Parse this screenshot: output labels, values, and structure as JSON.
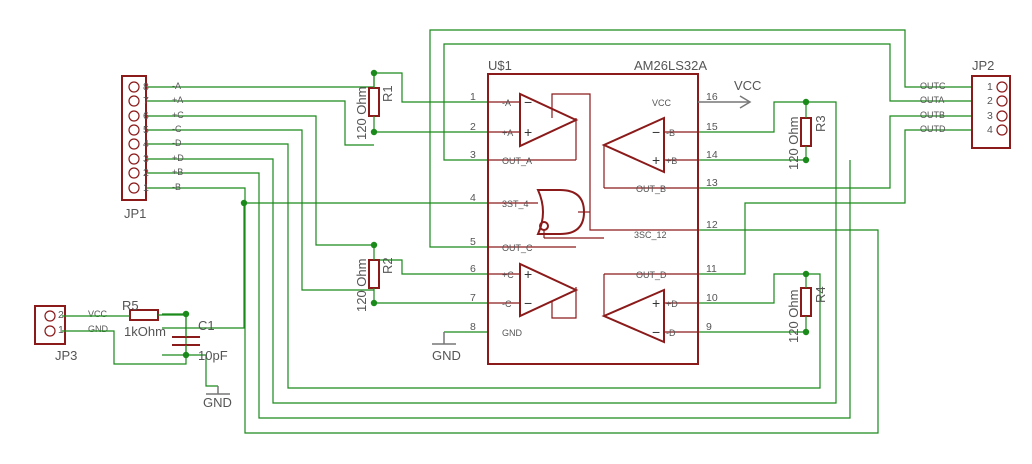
{
  "jp1": {
    "name": "JP1",
    "pins": [
      {
        "num": "8",
        "net": "-A"
      },
      {
        "num": "7",
        "net": "+A"
      },
      {
        "num": "6",
        "net": "+C"
      },
      {
        "num": "5",
        "net": "-C"
      },
      {
        "num": "4",
        "net": "-D"
      },
      {
        "num": "3",
        "net": "+D"
      },
      {
        "num": "2",
        "net": "+B"
      },
      {
        "num": "1",
        "net": "-B"
      }
    ]
  },
  "jp2": {
    "name": "JP2",
    "pins": [
      {
        "num": "1",
        "net": "OUTC"
      },
      {
        "num": "2",
        "net": "OUTA"
      },
      {
        "num": "3",
        "net": "OUTB"
      },
      {
        "num": "4",
        "net": "OUTD"
      }
    ]
  },
  "jp3": {
    "name": "JP3",
    "pins": [
      {
        "num": "2",
        "net": "VCC"
      },
      {
        "num": "1",
        "net": "GND"
      }
    ]
  },
  "components": {
    "r1": {
      "name": "R1",
      "value": "120 Ohm"
    },
    "r2": {
      "name": "R2",
      "value": "120 Ohm"
    },
    "r3": {
      "name": "R3",
      "value": "120 Ohm"
    },
    "r4": {
      "name": "R4",
      "value": "120 Ohm"
    },
    "r5": {
      "name": "R5",
      "value": "1kOhm"
    },
    "c1": {
      "name": "C1",
      "value": "10pF"
    }
  },
  "ic": {
    "designator": "U$1",
    "part": "AM26LS32A",
    "pin_labels": [
      "-A",
      "+A",
      "OUT_A",
      "3ST_4",
      "OUT_C",
      "+C",
      "-C",
      "GND",
      "VCC",
      "-B",
      "+B",
      "OUT_B",
      "3SC_12",
      "OUT_D",
      "+D",
      "-D"
    ],
    "pin_numbers": [
      "1",
      "2",
      "3",
      "4",
      "5",
      "6",
      "7",
      "8",
      "16",
      "15",
      "14",
      "13",
      "12",
      "11",
      "10",
      "9"
    ]
  },
  "gnd": {
    "label": "GND"
  },
  "vcc": {
    "label": "VCC"
  },
  "colors": {
    "wire": "#1a8a1a",
    "symbol": "#8b1a1a",
    "text": "#555555"
  }
}
